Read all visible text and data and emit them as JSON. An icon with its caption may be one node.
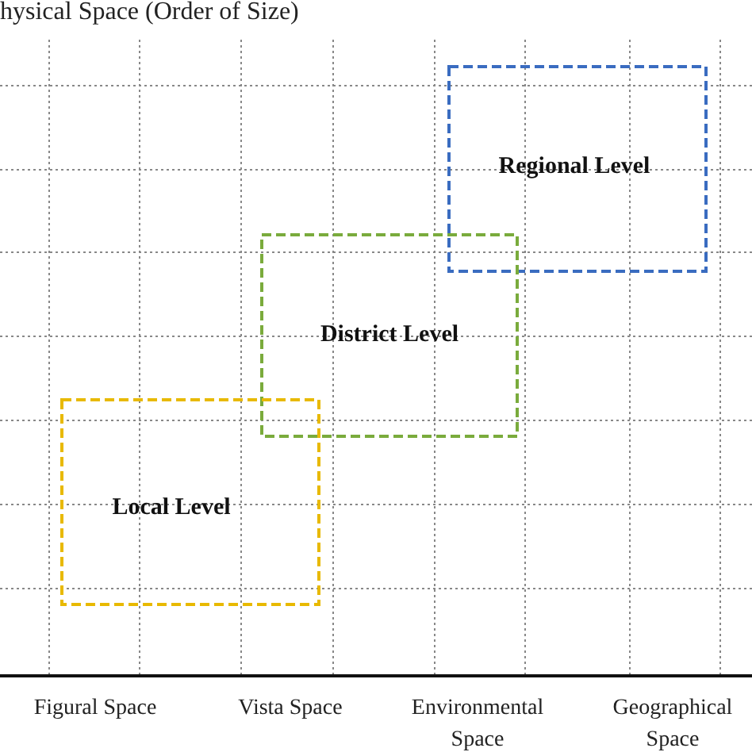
{
  "diagram": {
    "nodes": [
      {
        "text": [
          "Regional Level"
        ]
      },
      {
        "text": [
          "District Level"
        ]
      },
      {
        "text": [
          "Local Level"
        ]
      }
    ],
    "labels": [
      "hysical Space (Order of Size)",
      "Figural Space",
      "Vista Space",
      "Environmental Space",
      "Geographical Space"
    ]
  }
}
